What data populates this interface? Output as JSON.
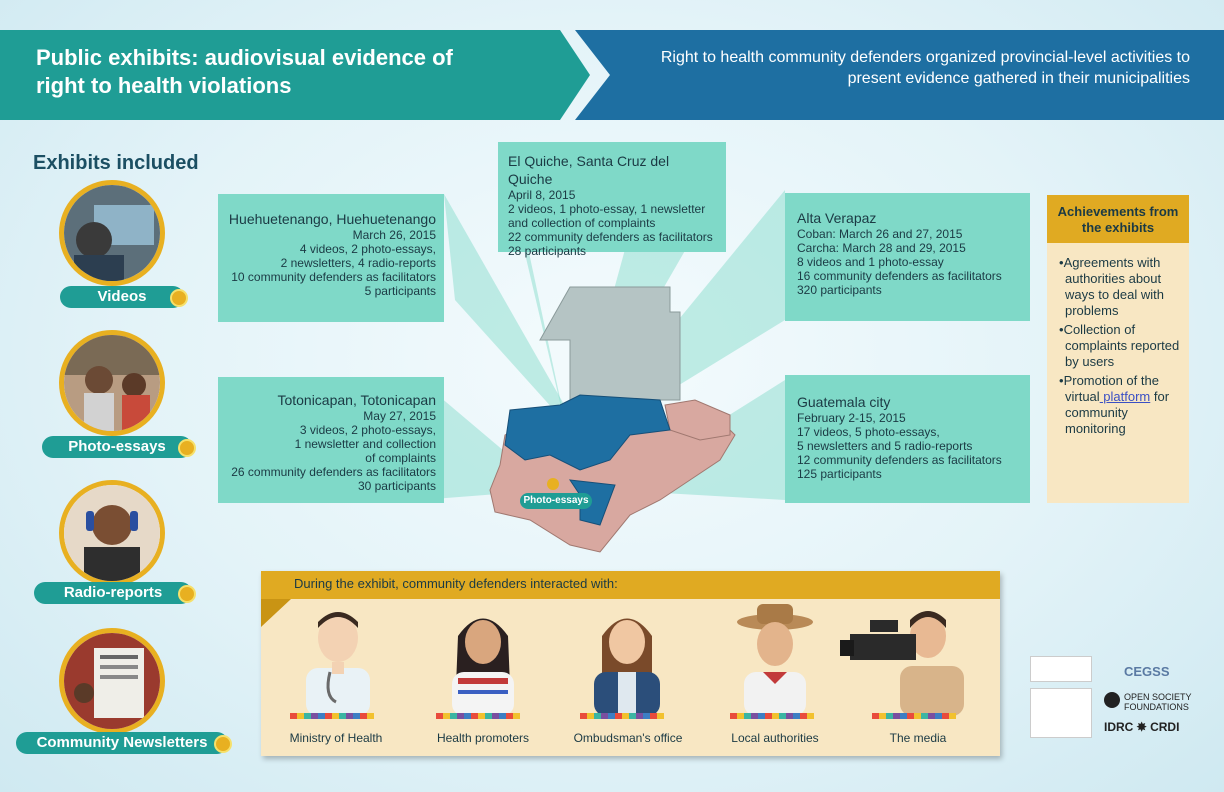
{
  "header": {
    "title": "Public exhibits: audiovisual evidence of right to health violations",
    "subtitle": "Right to health community defenders organized provincial-level activities to present evidence gathered in their municipalities"
  },
  "exhibits": {
    "title": "Exhibits included",
    "items": [
      "Videos",
      "Photo-essays",
      "Radio-reports",
      "Community Newsletters"
    ]
  },
  "locations": {
    "huehue": {
      "name": "Huehuetenango, Huehuetenango",
      "lines": [
        "March 26, 2015",
        "4 videos, 2 photo-essays,",
        "2 newsletters, 4 radio-reports",
        "10 community defenders as facilitators",
        "5 participants"
      ]
    },
    "quiche": {
      "name": "El Quiche, Santa Cruz del Quiche",
      "lines": [
        "April 8, 2015",
        "2 videos, 1 photo-essay, 1 newsletter",
        "and collection of complaints",
        "22  community defenders as facilitators",
        "28 participants"
      ]
    },
    "alta": {
      "name": "Alta Verapaz",
      "lines": [
        "Coban: March 26 and 27, 2015",
        "Carcha: March 28 and 29, 2015",
        "8  videos and 1 photo-essay",
        "16 community defenders as facilitators",
        "320 participants"
      ]
    },
    "toto": {
      "name": "Totonicapan, Totonicapan",
      "lines": [
        "May 27, 2015",
        "3 videos, 2 photo-essays,",
        "1 newsletter and collection",
        "of complaints",
        "26 community defenders as facilitators",
        "30 participants"
      ]
    },
    "guate": {
      "name": "Guatemala city",
      "lines": [
        "February 2-15, 2015",
        "17 videos, 5 photo-essays,",
        "5 newsletters and 5 radio-reports",
        "12 community defenders as facilitators",
        "125 participants"
      ]
    }
  },
  "map": {
    "badge": "Photo-essays"
  },
  "achievements": {
    "title": "Achievements from the exhibits",
    "items": [
      "Agreements with authorities about ways to deal with problems",
      "Collection of complaints reported by users"
    ],
    "promo_pre": "Promotion of the virtual",
    "promo_link": " platform",
    "promo_post": " for  community monitoring"
  },
  "interaction": {
    "title": "During the exhibit, community defenders interacted with:",
    "figures": [
      "Ministry of Health",
      "Health promoters",
      "Ombudsman's office",
      "Local authorities",
      "The media"
    ]
  },
  "logos": {
    "cegss": "CEGSS",
    "osf": "OPEN SOCIETY",
    "osf2": "FOUNDATIONS",
    "idrc": "IDRC",
    "crdi": "CRDI"
  },
  "colors": {
    "teal": "#1f9d95",
    "blue": "#1e6fa2",
    "gold": "#e0aa22",
    "box": "#7fd9c8",
    "map_dark": "#1e6fa2",
    "map_light": "#d8a8a0",
    "map_gray": "#b5c4c4"
  }
}
